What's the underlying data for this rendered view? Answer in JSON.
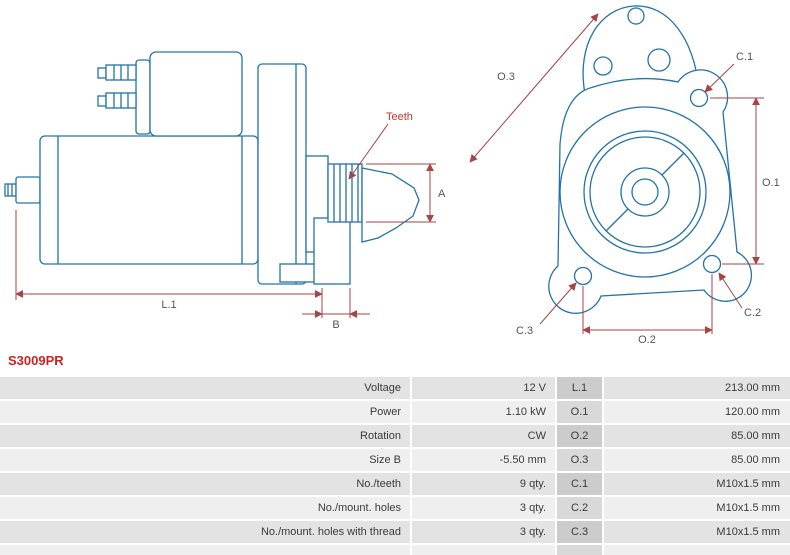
{
  "part_number": "S3009PR",
  "colors": {
    "part_number_red": "#cc2222",
    "drawing_blue": "#2473a8",
    "dimension_red": "#a64545",
    "label_gray": "#555555",
    "teeth_label_red": "#c0392b",
    "row_bg_dark": "#e3e3e3",
    "row_bg_light": "#efefef",
    "dim_col_dark": "#cccccc",
    "dim_col_light": "#d9d9d9"
  },
  "diagram": {
    "labels": {
      "teeth": "Teeth",
      "l1": "L.1",
      "b": "B",
      "a": "A",
      "o1": "O.1",
      "o2": "O.2",
      "o3": "O.3",
      "c1": "C.1",
      "c2": "C.2",
      "c3": "C.3"
    }
  },
  "spec_table": {
    "rows": [
      {
        "label": "Voltage",
        "value": "12 V",
        "dim": "L.1",
        "dim_value": "213.00 mm"
      },
      {
        "label": "Power",
        "value": "1.10 kW",
        "dim": "O.1",
        "dim_value": "120.00 mm"
      },
      {
        "label": "Rotation",
        "value": "CW",
        "dim": "O.2",
        "dim_value": "85.00 mm"
      },
      {
        "label": "Size B",
        "value": "-5.50 mm",
        "dim": "O.3",
        "dim_value": "85.00 mm"
      },
      {
        "label": "No./teeth",
        "value": "9 qty.",
        "dim": "C.1",
        "dim_value": "M10x1.5 mm"
      },
      {
        "label": "No./mount. holes",
        "value": "3 qty.",
        "dim": "C.2",
        "dim_value": "M10x1.5 mm"
      },
      {
        "label": "No./mount. holes with thread",
        "value": "3 qty.",
        "dim": "C.3",
        "dim_value": "M10x1.5 mm"
      }
    ]
  }
}
